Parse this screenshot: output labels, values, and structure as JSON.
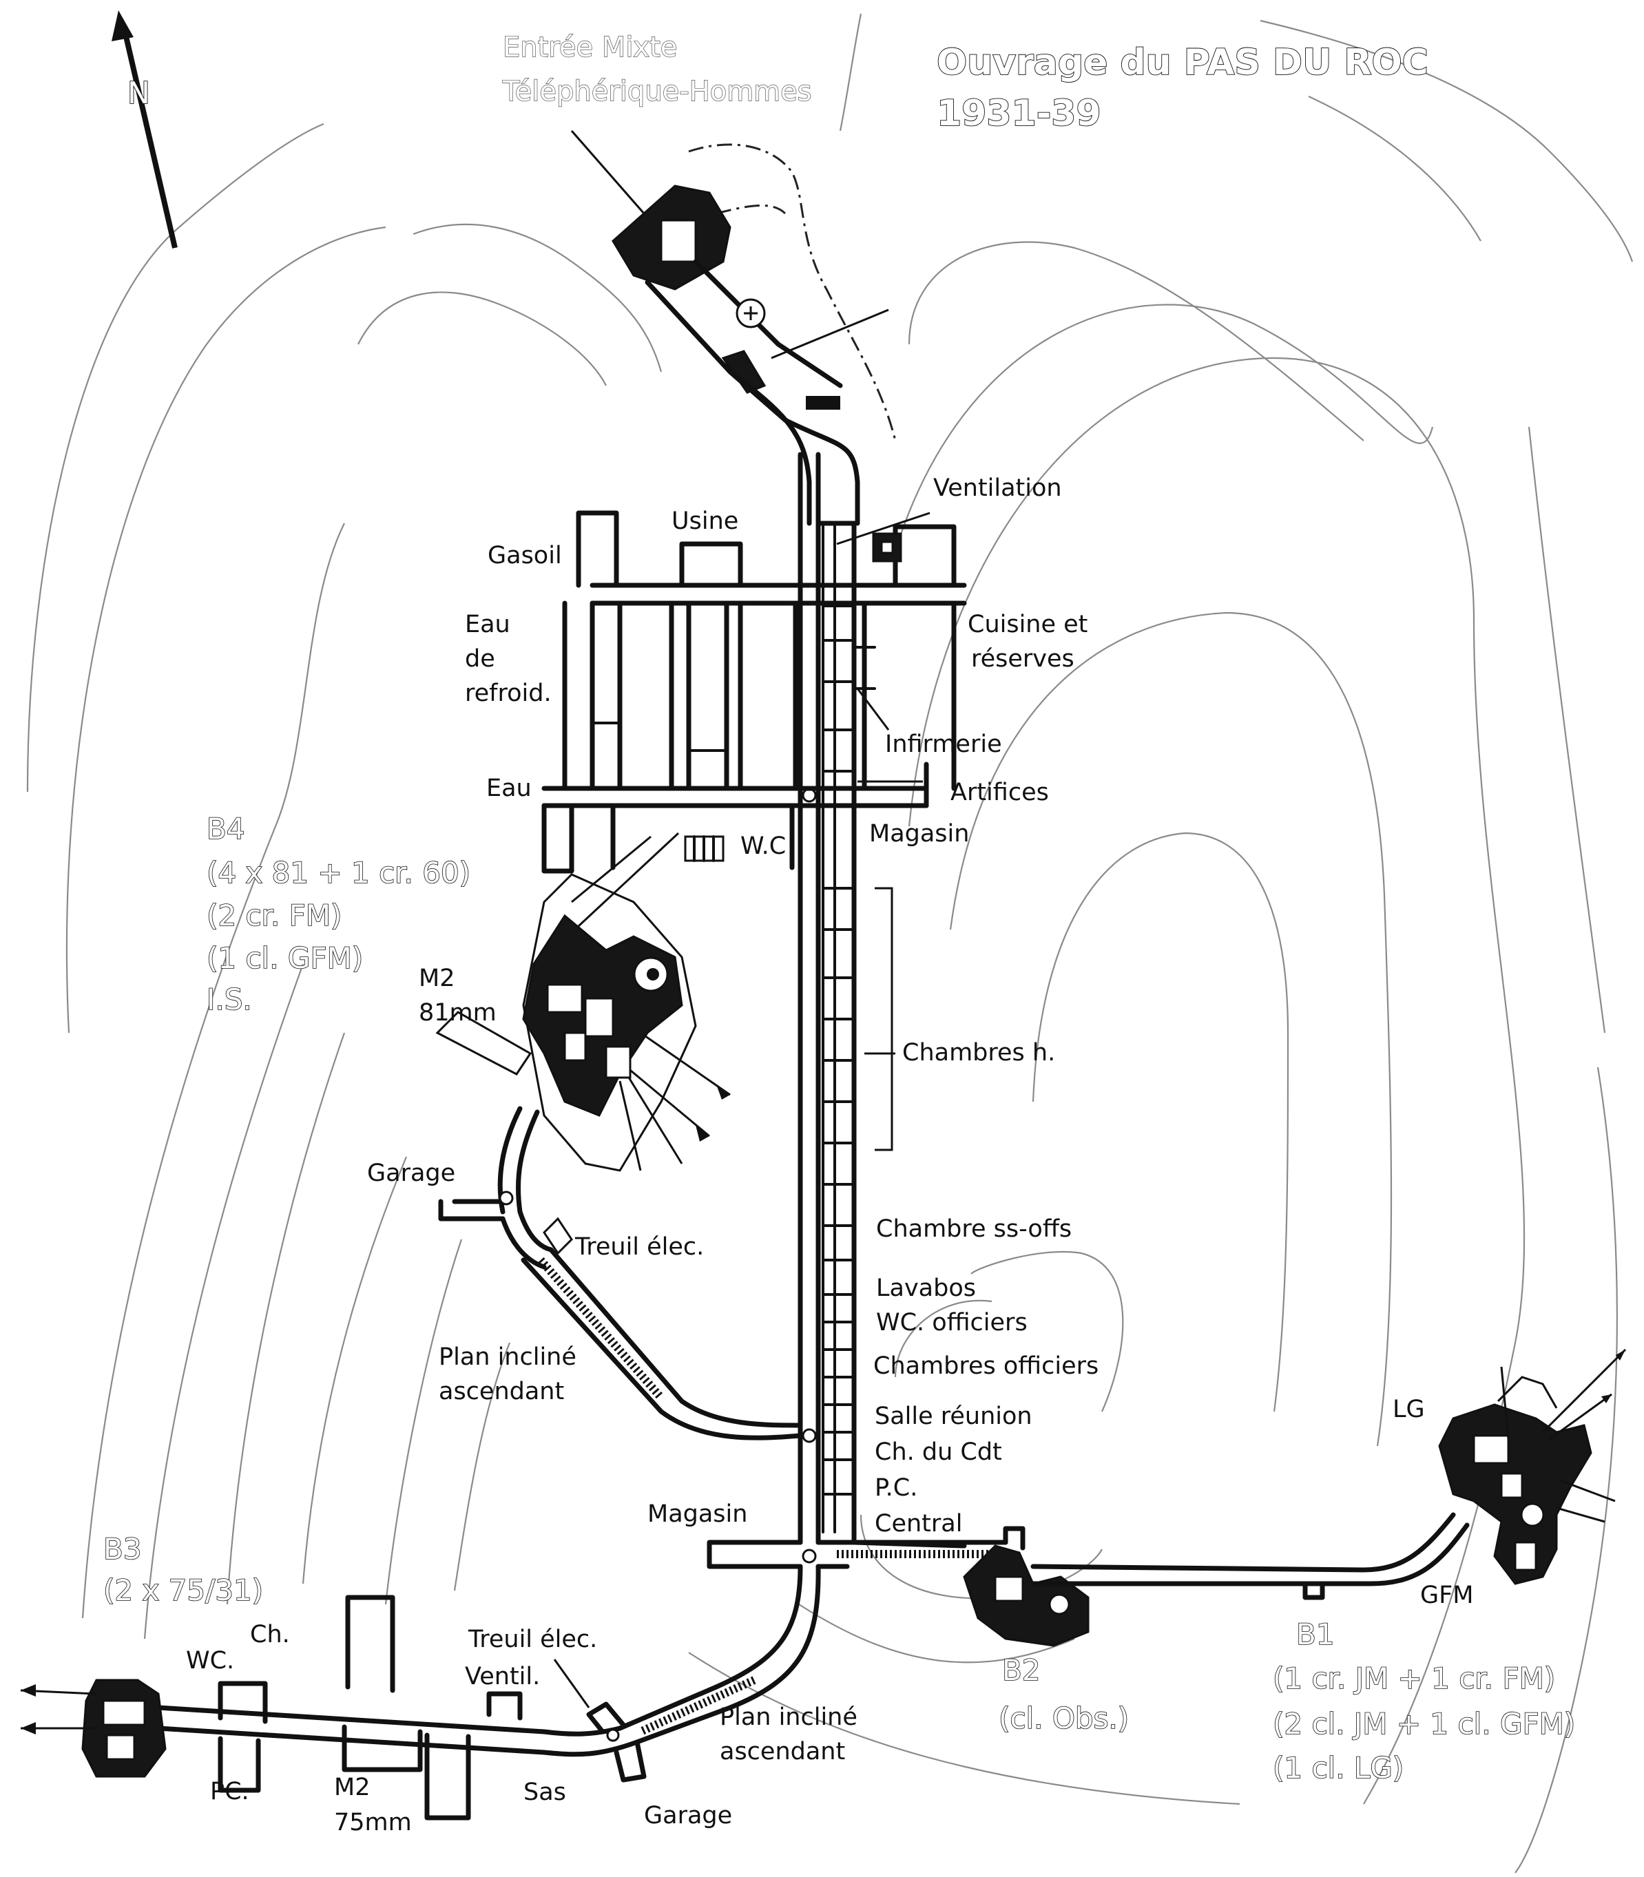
{
  "title": {
    "line1": "Ouvrage du PAS DU ROC",
    "line2": "1931-39"
  },
  "north": "N",
  "entrance": {
    "line1": "Entrée Mixte",
    "line2": "Téléphérique-Hommes"
  },
  "rooms": {
    "ventilation": "Ventilation",
    "usine": "Usine",
    "gasoil": "Gasoil",
    "eau_refroid_1": "Eau",
    "eau_refroid_2": "de",
    "eau_refroid_3": "refroid.",
    "eau": "Eau",
    "cuisine_1": "Cuisine et",
    "cuisine_2": "réserves",
    "infirmerie": "Infirmerie",
    "artifices": "Artifices",
    "magasin_top": "Magasin",
    "wc": "W.C",
    "chambres_h": "Chambres h.",
    "m2_81_1": "M2",
    "m2_81_2": "81mm",
    "garage_top": "Garage",
    "treuil_top": "Treuil élec.",
    "plan_incline_1_1": "Plan incliné",
    "plan_incline_1_2": "ascendant",
    "chambre_ssoffs": "Chambre ss-offs",
    "lavabos": "Lavabos",
    "wc_officiers": "WC. officiers",
    "chambres_officiers": "Chambres officiers",
    "salle_reunion": "Salle réunion",
    "ch_cdt": "Ch. du Cdt",
    "pc": "P.C.",
    "central": "Central",
    "magasin_bottom": "Magasin",
    "treuil_bottom_1": "Treuil élec.",
    "treuil_bottom_2": "Ventil.",
    "plan_incline_2_1": "Plan incliné",
    "plan_incline_2_2": "ascendant",
    "garage_bottom": "Garage",
    "sas": "Sas",
    "m2_75_1": "M2",
    "m2_75_2": "75mm",
    "pc_b3": "PC.",
    "ch_b3": "Ch.",
    "wc_b3": "WC.",
    "lg": "LG",
    "gfm": "GFM"
  },
  "blocks": {
    "b4": {
      "name": "B4",
      "l1": "(4 x 81 + 1 cr. 60)",
      "l2": "(2 cr. FM)",
      "l3": "(1 cl. GFM)",
      "l4": "I.S."
    },
    "b3": {
      "name": "B3",
      "l1": "(2 x 75/31)"
    },
    "b2": {
      "name": "B2",
      "l1": "(cl. Obs.)"
    },
    "b1": {
      "name": "B1",
      "l1": "(1 cr. JM + 1 cr. FM)",
      "l2": "(2 cl. JM + 1 cl. GFM)",
      "l3": "(1 cl. LG)"
    }
  },
  "colors": {
    "ink": "#111111",
    "contour": "#8a8a8a",
    "paper": "#ffffff"
  }
}
